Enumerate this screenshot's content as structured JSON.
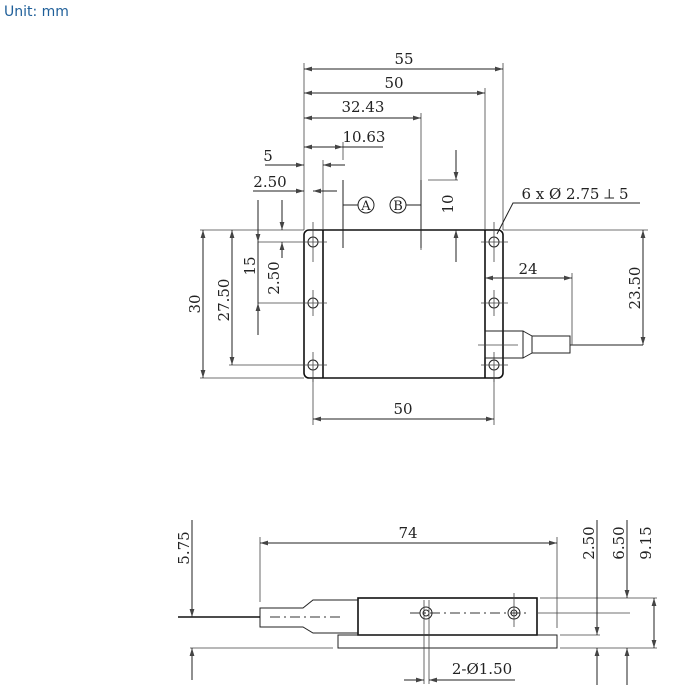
{
  "unit_label": "Unit: mm",
  "top_view": {
    "dim_overall_length": "55",
    "dim_body_length": "50",
    "dim_b_offset": "32.43",
    "dim_a_offset": "10.63",
    "dim_flange": "5",
    "dim_hole_inset": "2.50",
    "label_a": "A",
    "label_b": "B",
    "dim_ab_height": "10",
    "hole_note": "6 x Ø 2.75 ⟂ 5",
    "dim_height": "30",
    "dim_hole_span": "27.50",
    "dim_hole_pitch": "15",
    "dim_hole_top": "2.50",
    "dim_fiber_length": "24",
    "dim_fiber_height": "23.50",
    "dim_hole_x_span": "50"
  },
  "side_view": {
    "dim_total_length": "74",
    "dim_fiber_height": "5.75",
    "dim_base": "2.50",
    "dim_body": "6.50",
    "dim_total_height": "9.15",
    "hole_note": "2-Ø1.50"
  }
}
